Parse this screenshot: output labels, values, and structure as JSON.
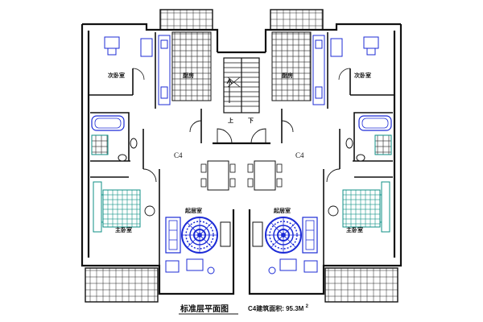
{
  "plan": {
    "left_unit": {
      "second_bedroom": "次卧室",
      "kitchen": "厨房",
      "living_room": "起居室",
      "master_bedroom": "主卧室",
      "unit_type": "C4"
    },
    "right_unit": {
      "second_bedroom": "次卧室",
      "kitchen": "厨房",
      "living_room": "起居室",
      "master_bedroom": "主卧室",
      "unit_type": "C4"
    },
    "stair": {
      "up": "上",
      "down": "下"
    },
    "caption": {
      "title": "标准层平面图",
      "area": "C4建筑面积: 95.3M",
      "area_sup": "2"
    }
  },
  "colors": {
    "line": "#111111",
    "accent": "#1c2bd6",
    "teal": "#0e8f86"
  }
}
